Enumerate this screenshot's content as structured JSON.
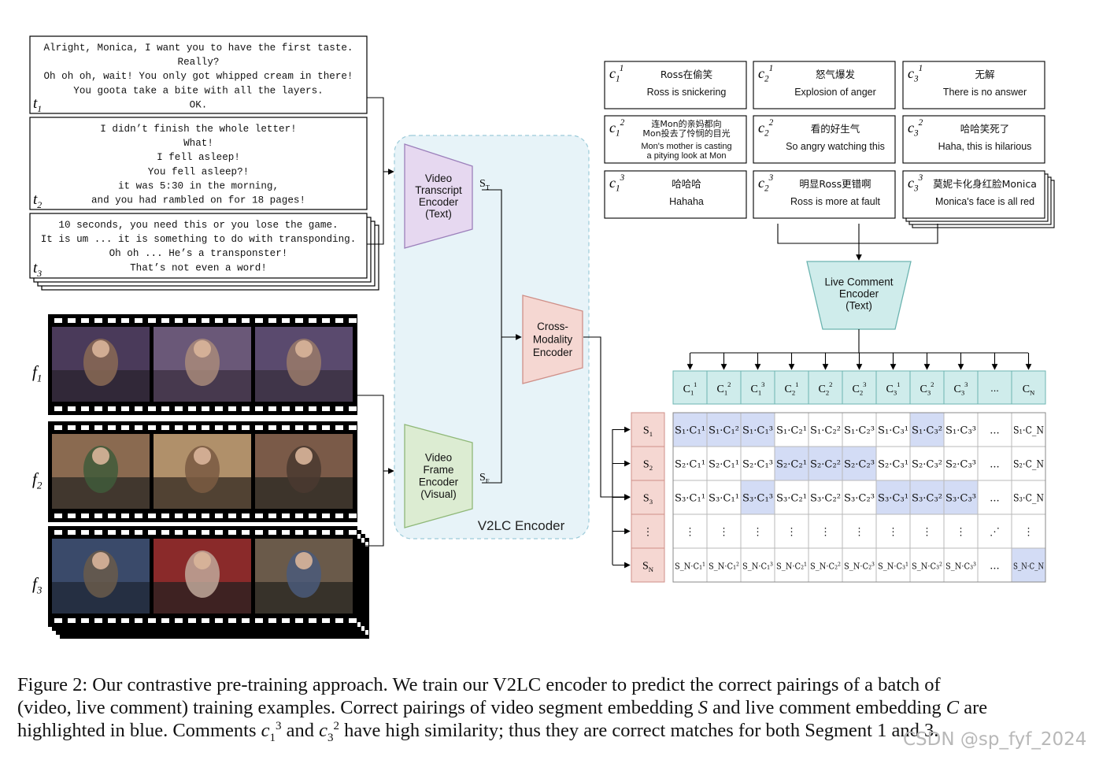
{
  "transcripts": [
    {
      "label": "t",
      "idx": "1",
      "lines": [
        "Alright, Monica, I want you to have the first taste.",
        "Really?",
        "Oh oh oh, wait! You only got whipped cream in there!",
        "You goota take a bite with all the layers.",
        "OK."
      ]
    },
    {
      "label": "t",
      "idx": "2",
      "lines": [
        "I didn’t finish the whole letter!",
        "What!",
        "I fell asleep!",
        "You fell asleep?!",
        "it was 5:30 in the morning,",
        "and you had rambled on for 18 pages!"
      ]
    },
    {
      "label": "t",
      "idx": "3",
      "lines": [
        "10 seconds, you need this or you lose the game.",
        "It is um ... it is something to do with transponding.",
        "Oh oh ... He’s a transponster!",
        "That’s not even a word!"
      ]
    }
  ],
  "frames": [
    {
      "label": "f",
      "idx": "1"
    },
    {
      "label": "f",
      "idx": "2"
    },
    {
      "label": "f",
      "idx": "3"
    }
  ],
  "encoders": {
    "transcript": [
      "Video",
      "Transcript",
      "Encoder",
      "(Text)"
    ],
    "frame": [
      "Video",
      "Frame",
      "Encoder",
      "(Visual)"
    ],
    "cross": [
      "Cross-",
      "Modality",
      "Encoder"
    ],
    "comment": [
      "Live Comment",
      "Encoder",
      "(Text)"
    ],
    "v2lc_label": "V2LC Encoder",
    "st": {
      "base": "S",
      "sub": "T"
    },
    "sf": {
      "base": "S",
      "sub": "F"
    }
  },
  "comments": [
    {
      "c": "c",
      "sub": "1",
      "sup": "1",
      "zh": "Ross在偷笑",
      "en": "Ross is snickering"
    },
    {
      "c": "c",
      "sub": "2",
      "sup": "1",
      "zh": "怒气爆发",
      "en": "Explosion of anger"
    },
    {
      "c": "c",
      "sub": "3",
      "sup": "1",
      "zh": "无解",
      "en": "There is no answer"
    },
    {
      "c": "c",
      "sub": "1",
      "sup": "2",
      "zh": "连Mon的亲妈都向\nMon投去了怜悯的目光",
      "en": "Mon's mother is casting\na pitying look at Mon"
    },
    {
      "c": "c",
      "sub": "2",
      "sup": "2",
      "zh": "看的好生气",
      "en": "So angry watching this"
    },
    {
      "c": "c",
      "sub": "3",
      "sup": "2",
      "zh": "哈哈笑死了",
      "en": "Haha, this is hilarious"
    },
    {
      "c": "c",
      "sub": "1",
      "sup": "3",
      "zh": "哈哈哈",
      "en": "Hahaha"
    },
    {
      "c": "c",
      "sub": "2",
      "sup": "3",
      "zh": "明显Ross更错啊",
      "en": "Ross is more at fault"
    },
    {
      "c": "c",
      "sub": "3",
      "sup": "3",
      "zh": "莫妮卡化身红脸Monica",
      "en": "Monica's face is all red"
    }
  ],
  "matrix": {
    "col_headers": [
      {
        "base": "C",
        "sub": "1",
        "sup": "1"
      },
      {
        "base": "C",
        "sub": "1",
        "sup": "2"
      },
      {
        "base": "C",
        "sub": "1",
        "sup": "3"
      },
      {
        "base": "C",
        "sub": "2",
        "sup": "1"
      },
      {
        "base": "C",
        "sub": "2",
        "sup": "2"
      },
      {
        "base": "C",
        "sub": "2",
        "sup": "3"
      },
      {
        "base": "C",
        "sub": "3",
        "sup": "1"
      },
      {
        "base": "C",
        "sub": "3",
        "sup": "2"
      },
      {
        "base": "C",
        "sub": "3",
        "sup": "3"
      },
      {
        "text": "..."
      },
      {
        "base": "C",
        "sub": "N",
        "sup": ""
      }
    ],
    "row_headers": [
      {
        "base": "S",
        "sub": "1"
      },
      {
        "base": "S",
        "sub": "2"
      },
      {
        "base": "S",
        "sub": "3"
      },
      {
        "text": "⋮"
      },
      {
        "base": "S",
        "sub": "N"
      }
    ],
    "cells": [
      [
        "S₁·C₁¹",
        "S₁·C₁²",
        "S₁·C₁³",
        "S₁·C₂¹",
        "S₁·C₂²",
        "S₁·C₂³",
        "S₁·C₃¹",
        "S₁·C₃²",
        "S₁·C₃³",
        "...",
        "S₁·C_N"
      ],
      [
        "S₂·C₁¹",
        "S₂·C₁¹",
        "S₂·C₁³",
        "S₂·C₂¹",
        "S₂·C₂²",
        "S₂·C₂³",
        "S₂·C₃¹",
        "S₂·C₃²",
        "S₂·C₃³",
        "...",
        "S₂·C_N"
      ],
      [
        "S₃·C₁¹",
        "S₃·C₁¹",
        "S₃·C₁³",
        "S₃·C₂¹",
        "S₃·C₂²",
        "S₃·C₂³",
        "S₃·C₃¹",
        "S₃·C₃²",
        "S₃·C₃³",
        "...",
        "S₃·C_N"
      ],
      [
        "⋮",
        "⋮",
        "⋮",
        "⋮",
        "⋮",
        "⋮",
        "⋮",
        "⋮",
        "⋮",
        "⋰",
        "⋮"
      ],
      [
        "S_N·C₁¹",
        "S_N·C₁²",
        "S_N·C₁³",
        "S_N·C₂¹",
        "S_N·C₂²",
        "S_N·C₂³",
        "S_N·C₃¹",
        "S_N·C₃²",
        "S_N·C₃³",
        "...",
        "S_N·C_N"
      ]
    ],
    "highlighted": [
      [
        0,
        0
      ],
      [
        0,
        1
      ],
      [
        0,
        2
      ],
      [
        0,
        7
      ],
      [
        1,
        3
      ],
      [
        1,
        4
      ],
      [
        1,
        5
      ],
      [
        2,
        2
      ],
      [
        2,
        6
      ],
      [
        2,
        7
      ],
      [
        2,
        8
      ],
      [
        4,
        10
      ]
    ]
  },
  "colors": {
    "transcript_enc": "#e6d8f0",
    "transcript_enc_stroke": "#9c80bb",
    "frame_enc": "#dcecd2",
    "frame_enc_stroke": "#8fb878",
    "cross_enc": "#f5d7d2",
    "cross_enc_stroke": "#cf8f88",
    "comment_enc": "#cfeceb",
    "comment_enc_stroke": "#6cb4b0",
    "v2lc_bg": "#e7f3f8",
    "v2lc_stroke": "#9ccbd9",
    "col_header": "#cfeceb",
    "row_header": "#f5d7d2",
    "highlight": "#d3dcf5"
  },
  "caption": {
    "lines": [
      "Figure 2: Our contrastive pre-training approach. We train our V2LC encoder to predict the correct pairings of a batch of",
      "(video, live comment) training examples. Correct pairings of video segment embedding <i>S</i> and live comment embedding <i>C</i> are",
      "highlighted in blue. Comments <i>c</i><span class=\"sub\">1</span><span class=\"sup\">3</span> and <i>c</i><span class=\"sub\">3</span><span class=\"sup\">2</span> have high similarity; thus they are correct matches for both Segment 1 and 3."
    ]
  },
  "watermark": "CSDN @sp_fyf_2024"
}
